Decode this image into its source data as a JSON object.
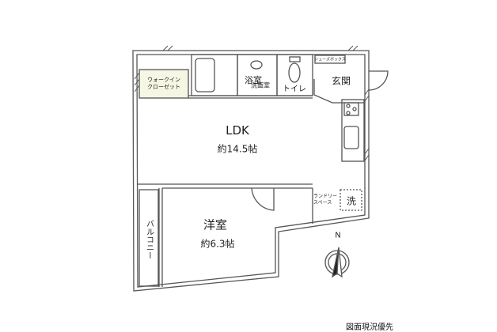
{
  "rooms": {
    "ldk": {
      "name": "LDK",
      "area": "約14.5帖"
    },
    "western": {
      "name": "洋室",
      "area": "約6.3帖"
    },
    "bath": {
      "name": "浴室"
    },
    "washroom": {
      "name": "洗面室"
    },
    "toilet": {
      "name": "トイレ"
    },
    "entrance": {
      "name": "玄関"
    },
    "shoebox": {
      "name": "シューズボックス"
    },
    "wic": {
      "line1": "ウォークイン",
      "line2": "クローゼット"
    },
    "laundry": {
      "line1": "ランドリー",
      "line2": "スペース",
      "machine": "洗"
    },
    "balcony": {
      "name": "バルコニー"
    }
  },
  "compass": {
    "label": "N"
  },
  "note": "図面現況優先",
  "colors": {
    "wall": "#555555",
    "closet_fill": "#f6f6e4"
  }
}
